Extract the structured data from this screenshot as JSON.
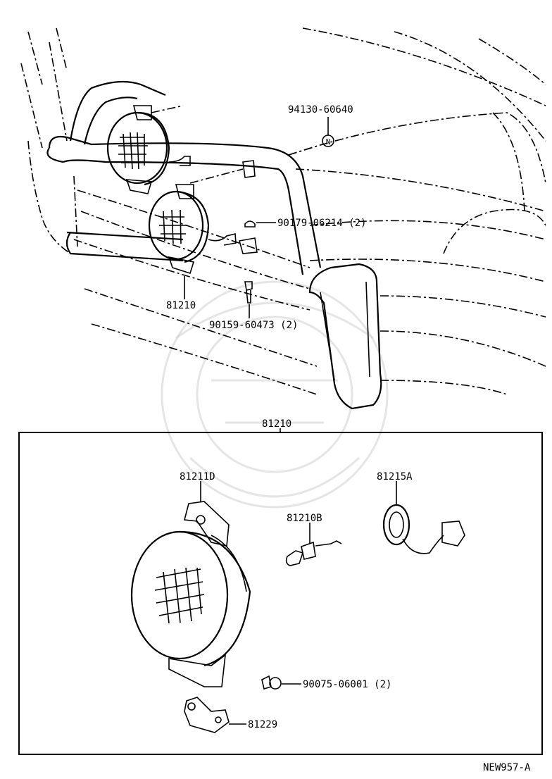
{
  "diagram": {
    "code": "NEW957-A",
    "callouts": {
      "nut": "94130-60640",
      "clip": "90179-06214 (2)",
      "lamp_assy_top": "81210",
      "bolt": "90159-60473 (2)",
      "box_title": "81210",
      "lamp_housing": "81211D",
      "bulb": "81210B",
      "socket": "81215A",
      "screw": "90075-06001 (2)",
      "bracket": "81229"
    },
    "symbols": {
      "nut_marker": "N"
    }
  }
}
